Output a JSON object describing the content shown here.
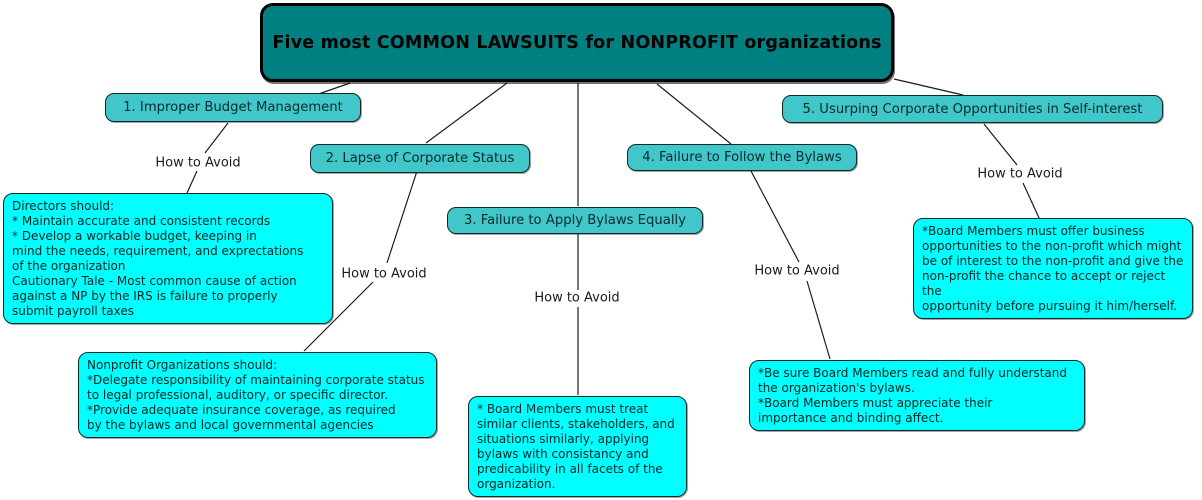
{
  "title": "Five most COMMON LAWSUITS for NONPROFIT organizations",
  "colors": {
    "main_fill": "#008080",
    "branch_fill": "#41c7c9",
    "detail_fill": "#00ffff",
    "connector": "#1c1c1c",
    "background": "#ffffff"
  },
  "branches": [
    {
      "label": "1. Improper Budget Management",
      "avoid_label": "How to Avoid",
      "detail": "Directors should:\n* Maintain accurate and consistent records\n* Develop a workable budget, keeping in\nmind the needs, requirement, and exprectations\nof the organization\nCautionary Tale - Most common cause of action\nagainst a NP by the IRS is failure to properly\nsubmit payroll taxes"
    },
    {
      "label": "2. Lapse of Corporate Status",
      "avoid_label": "How to Avoid",
      "detail": "Nonprofit Organizations should:\n*Delegate responsibility of maintaining corporate status\nto legal professional, auditory, or specific director.\n*Provide adequate insurance coverage, as required\nby the bylaws and local governmental agencies"
    },
    {
      "label": "3. Failure to Apply Bylaws Equally",
      "avoid_label": "How to Avoid",
      "detail": "* Board Members must treat\nsimilar clients, stakeholders, and\nsituations similarly, applying\nbylaws with consistancy and\npredicability in all facets of the\norganization."
    },
    {
      "label": "4. Failure to Follow the Bylaws",
      "avoid_label": "How to Avoid",
      "detail": "*Be sure Board Members read and fully understand\nthe organization's bylaws.\n*Board Members must appreciate their\nimportance and binding affect."
    },
    {
      "label": "5. Usurping Corporate Opportunities in Self-interest",
      "avoid_label": "How to Avoid",
      "detail": "*Board Members must offer business\nopportunities to the non-profit which might\nbe of interest to the non-profit and give the\nnon-profit the chance to accept or reject the\nopportunity before pursuing it him/herself."
    }
  ]
}
